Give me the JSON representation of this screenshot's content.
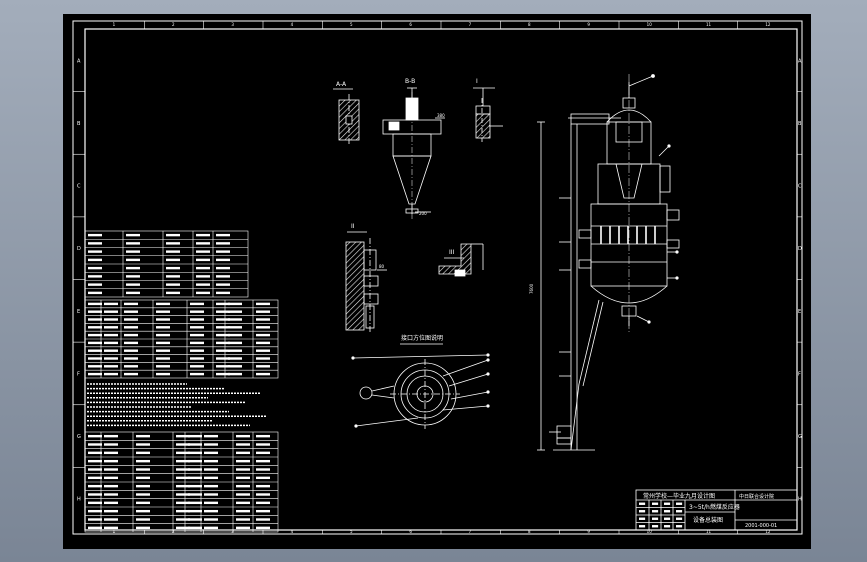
{
  "colors": {
    "viewport": "#8f9bab",
    "sheet": "#000000",
    "line": "#ffffff",
    "hatch": "#e8e8e8"
  },
  "border": {
    "columns": [
      "1",
      "2",
      "3",
      "4",
      "5",
      "6",
      "7",
      "8",
      "9",
      "10",
      "11",
      "12"
    ],
    "rows": [
      "A",
      "B",
      "C",
      "D",
      "E",
      "F",
      "G",
      "H"
    ]
  },
  "title_block": {
    "school": "常州学校—毕业九月设计图",
    "drawing_name_1": "3~5t/h燃煤反应器",
    "drawing_name_2": "设备总装图",
    "drawing_no": "2001-000-01",
    "stamp": "中日联合设计院"
  },
  "views": {
    "plan_label": "接口方位图说明",
    "detail_labels": [
      "A-A",
      "B-B",
      "I",
      "II",
      "III"
    ]
  },
  "icons": {
    "vessel": "pressure-vessel-elevation-drawing",
    "cyclone": "cyclone-separator-drawing",
    "plan": "nozzle-orientation-plan-drawing"
  }
}
